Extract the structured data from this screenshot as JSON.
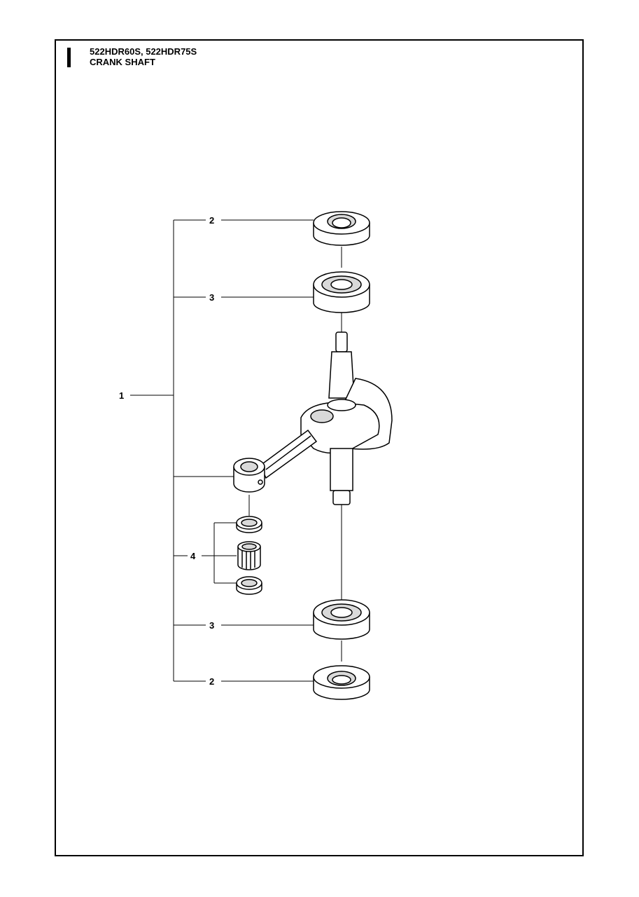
{
  "header": {
    "models": "522HDR60S, 522HDR75S",
    "section": "CRANK SHAFT"
  },
  "callouts": {
    "assembly": "1",
    "seal_top": "2",
    "bearing_top": "3",
    "needle_bearing_kit": "4",
    "bearing_bottom": "3",
    "seal_bottom": "2"
  },
  "colors": {
    "line": "#000000",
    "part_fill": "#ffffff",
    "shade": "#d9d9d9"
  }
}
